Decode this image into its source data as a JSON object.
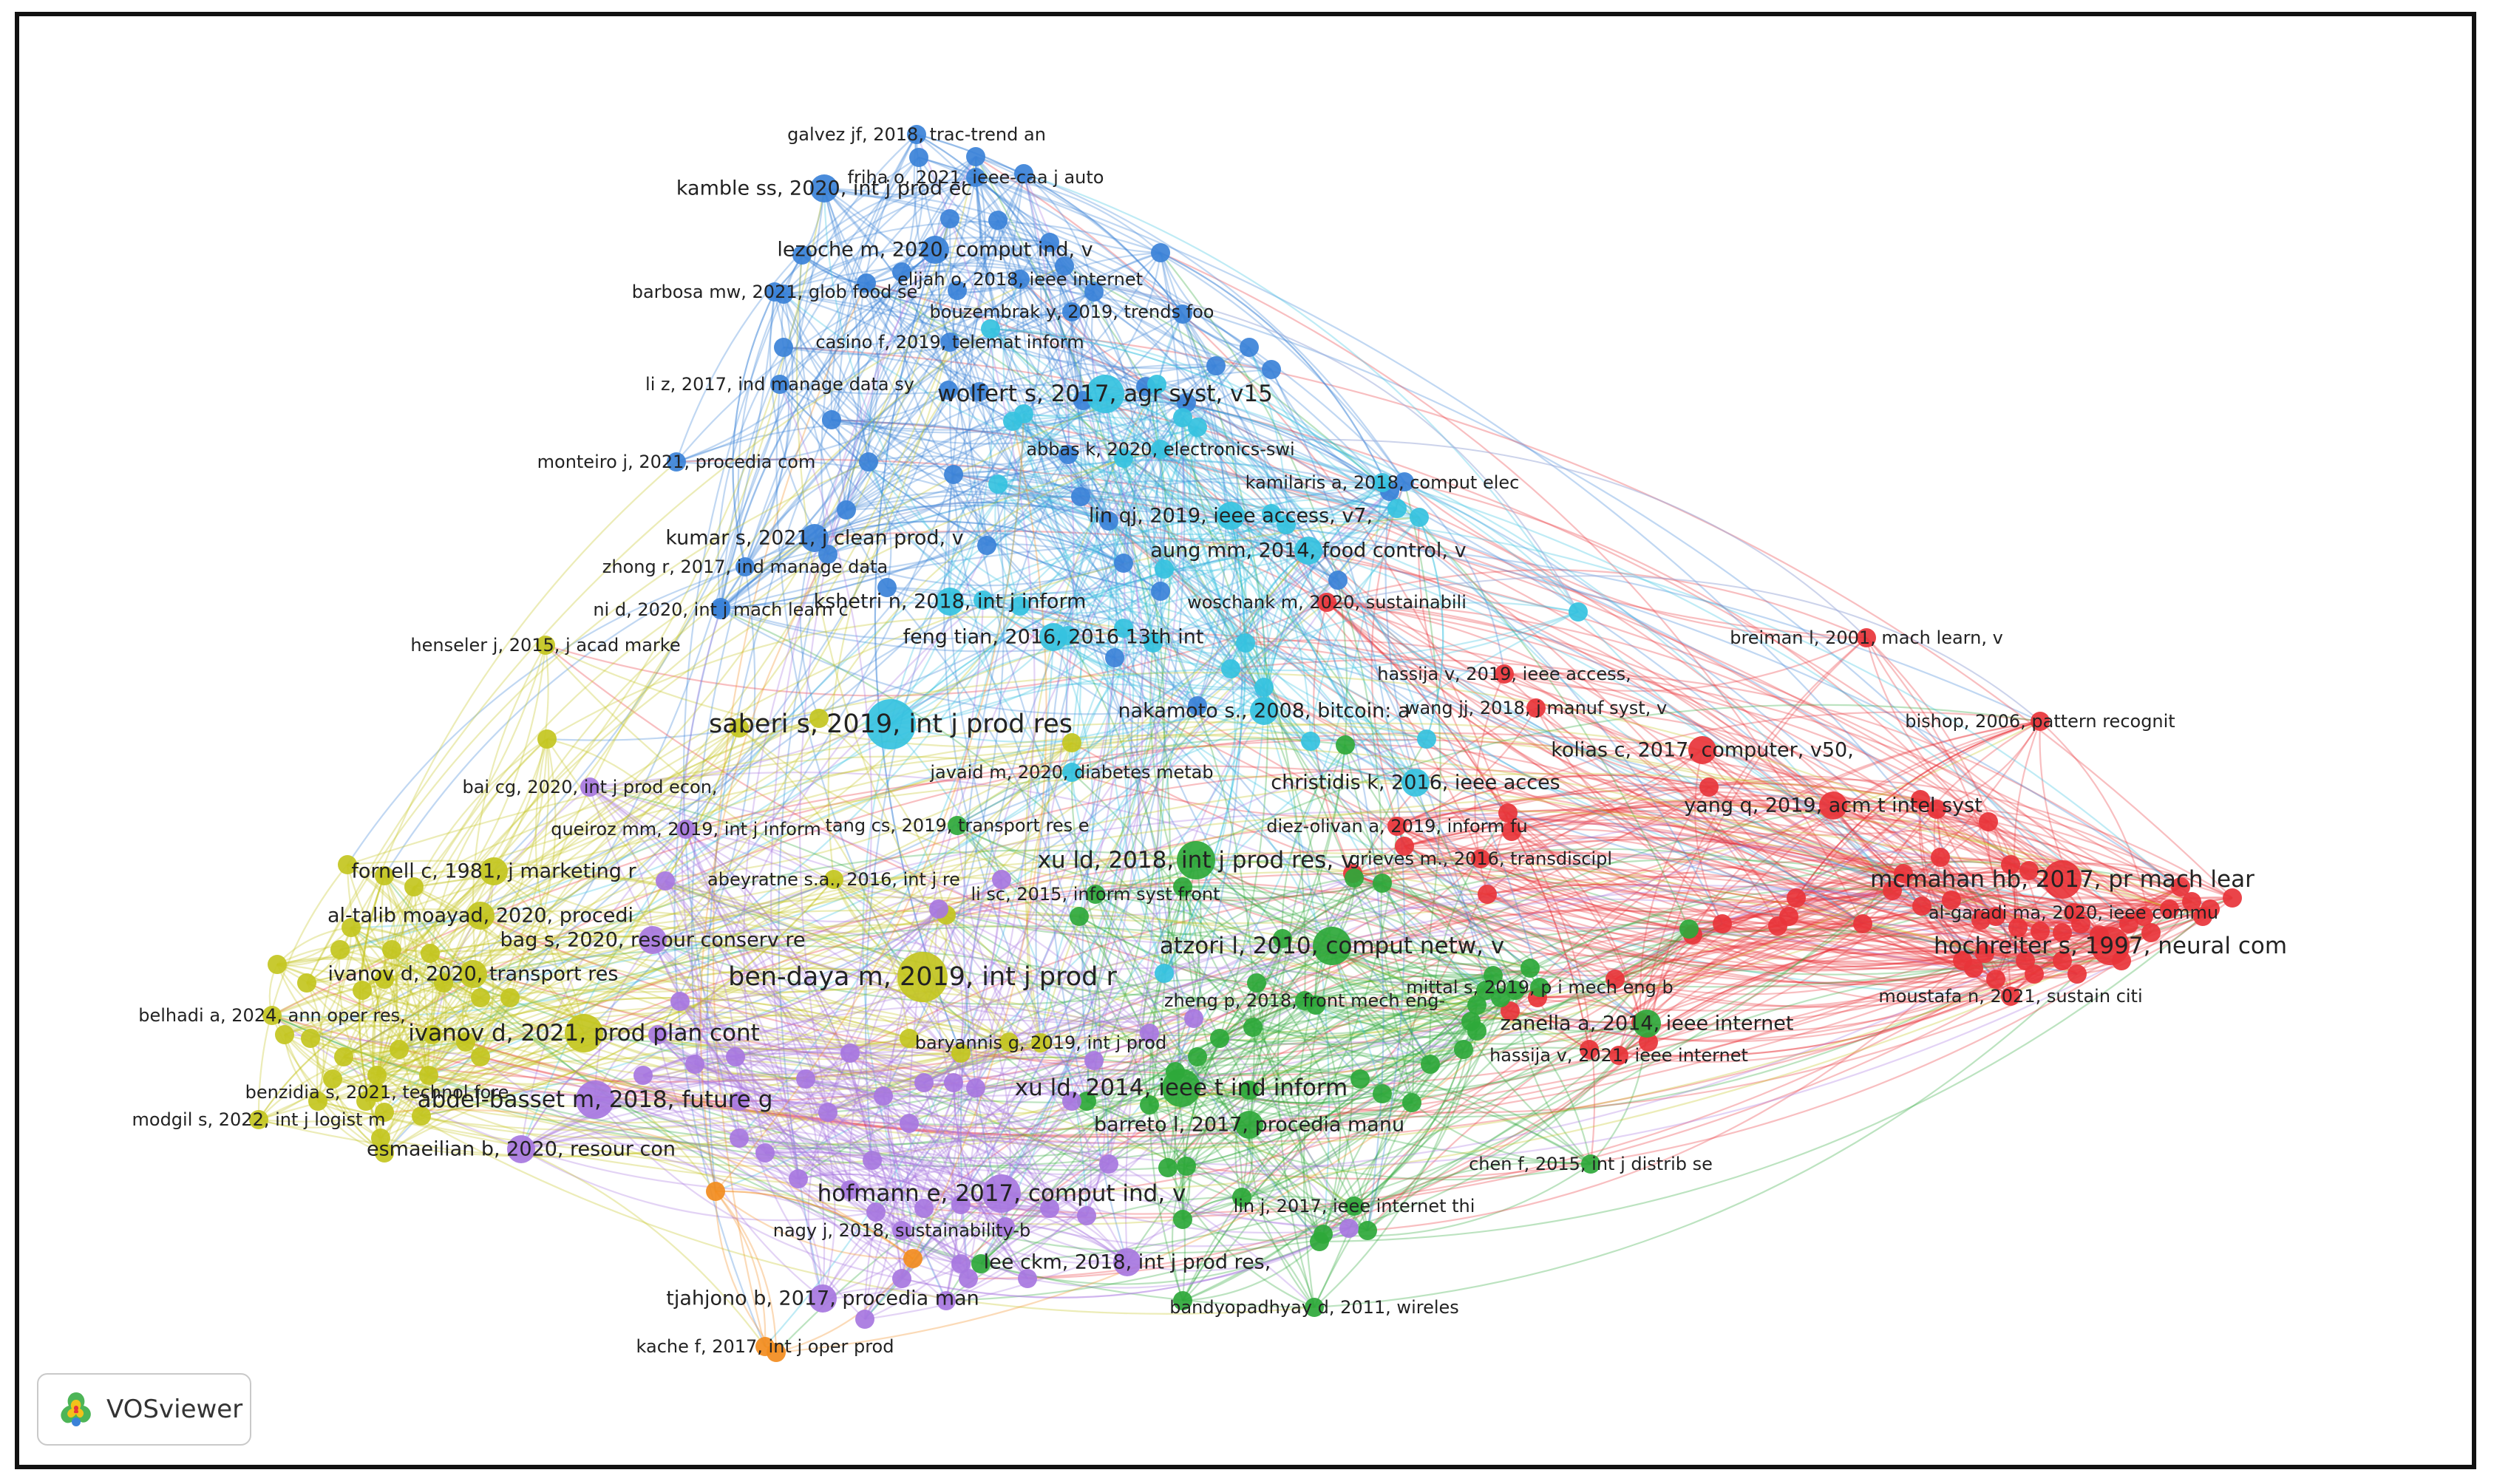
{
  "app": {
    "logo_text": "VOSviewer"
  },
  "clusters": {
    "red": "#e8343a",
    "green": "#2ea83a",
    "blue": "#3b82d8",
    "yellow": "#c3c51f",
    "purple": "#a777e0",
    "cyan": "#35c2e0",
    "orange": "#f28c1e"
  },
  "nodes": [
    {
      "label": "galvez jf, 2018, trac-trend an",
      "cluster": "blue",
      "weight": 1
    },
    {
      "label": "kamble ss, 2020, int j prod ec",
      "cluster": "blue",
      "weight": 2
    },
    {
      "label": "friha o, 2021, ieee-caa j auto",
      "cluster": "blue",
      "weight": 1
    },
    {
      "label": "lezoche m, 2020, comput ind, v",
      "cluster": "blue",
      "weight": 2
    },
    {
      "label": "elijah o, 2018, ieee internet",
      "cluster": "blue",
      "weight": 1
    },
    {
      "label": "barbosa mw, 2021, glob food se",
      "cluster": "blue",
      "weight": 1
    },
    {
      "label": "bouzembrak y, 2019, trends foo",
      "cluster": "blue",
      "weight": 1
    },
    {
      "label": "casino f, 2019, telemat inform",
      "cluster": "blue",
      "weight": 1
    },
    {
      "label": "li z, 2017, ind manage data sy",
      "cluster": "blue",
      "weight": 1
    },
    {
      "label": "wolfert s, 2017, agr syst, v15",
      "cluster": "cyan",
      "weight": 3
    },
    {
      "label": "abbas k, 2020, electronics-swi",
      "cluster": "cyan",
      "weight": 1
    },
    {
      "label": "monteiro j, 2021, procedia com",
      "cluster": "blue",
      "weight": 1
    },
    {
      "label": "kamilaris a, 2018, comput elec",
      "cluster": "cyan",
      "weight": 1
    },
    {
      "label": "lin qj, 2019, ieee access, v7,",
      "cluster": "cyan",
      "weight": 2
    },
    {
      "label": "kumar s, 2021, j clean prod, v",
      "cluster": "blue",
      "weight": 2
    },
    {
      "label": "aung mm, 2014, food control, v",
      "cluster": "cyan",
      "weight": 2
    },
    {
      "label": "zhong r, 2017, ind manage data",
      "cluster": "blue",
      "weight": 1
    },
    {
      "label": "ni d, 2020, int j mach learn c",
      "cluster": "blue",
      "weight": 1
    },
    {
      "label": "kshetri n, 2018, int j inform",
      "cluster": "cyan",
      "weight": 2
    },
    {
      "label": "woschank m, 2020, sustainabili",
      "cluster": "red",
      "weight": 1
    },
    {
      "label": "henseler j, 2015, j acad marke",
      "cluster": "yellow",
      "weight": 1
    },
    {
      "label": "feng tian, 2016, 2016 13th int",
      "cluster": "cyan",
      "weight": 2
    },
    {
      "label": "breiman l, 2001, mach learn, v",
      "cluster": "red",
      "weight": 1
    },
    {
      "label": "hassija v, 2019, ieee access,",
      "cluster": "red",
      "weight": 1
    },
    {
      "label": "saberi s, 2019, int j prod res",
      "cluster": "cyan",
      "weight": 4
    },
    {
      "label": "nakamoto s., 2008, bitcoin: a",
      "cluster": "cyan",
      "weight": 2
    },
    {
      "label": "wang jj, 2018, j manuf syst, v",
      "cluster": "red",
      "weight": 1
    },
    {
      "label": "bishop, 2006, pattern recognit",
      "cluster": "red",
      "weight": 1
    },
    {
      "label": "kolias c, 2017, computer, v50,",
      "cluster": "red",
      "weight": 2
    },
    {
      "label": "javaid m, 2020, diabetes metab",
      "cluster": "cyan",
      "weight": 1
    },
    {
      "label": "christidis k, 2016, ieee acces",
      "cluster": "cyan",
      "weight": 2
    },
    {
      "label": "bai cg, 2020, int j prod econ,",
      "cluster": "purple",
      "weight": 1
    },
    {
      "label": "yang q, 2019, acm t intel syst",
      "cluster": "red",
      "weight": 2
    },
    {
      "label": "queiroz mm, 2019, int j inform",
      "cluster": "purple",
      "weight": 1
    },
    {
      "label": "tang cs, 2019, transport res e",
      "cluster": "green",
      "weight": 1
    },
    {
      "label": "diez-olivan a, 2019, inform fu",
      "cluster": "red",
      "weight": 1
    },
    {
      "label": "grieves m., 2016, transdiscipl",
      "cluster": "red",
      "weight": 1
    },
    {
      "label": "fornell c, 1981, j marketing r",
      "cluster": "yellow",
      "weight": 2
    },
    {
      "label": "abeyratne s.a., 2016, int j re",
      "cluster": "yellow",
      "weight": 1
    },
    {
      "label": "xu ld, 2018, int j prod res, v",
      "cluster": "green",
      "weight": 3
    },
    {
      "label": "mcmahan hb, 2017, pr mach lear",
      "cluster": "red",
      "weight": 3
    },
    {
      "label": "li sc, 2015, inform syst front",
      "cluster": "green",
      "weight": 1
    },
    {
      "label": "al-talib moayad, 2020, procedi",
      "cluster": "yellow",
      "weight": 2
    },
    {
      "label": "al-garadi ma, 2020, ieee commu",
      "cluster": "red",
      "weight": 1
    },
    {
      "label": "bag s, 2020, resour conserv re",
      "cluster": "purple",
      "weight": 2
    },
    {
      "label": "atzori l, 2010, comput netw, v",
      "cluster": "green",
      "weight": 3
    },
    {
      "label": "hochreiter s, 1997, neural com",
      "cluster": "red",
      "weight": 3
    },
    {
      "label": "ivanov d, 2020, transport res",
      "cluster": "yellow",
      "weight": 2
    },
    {
      "label": "ben-daya m, 2019, int j prod r",
      "cluster": "yellow",
      "weight": 4
    },
    {
      "label": "belhadi a, 2024, ann oper res,",
      "cluster": "yellow",
      "weight": 1
    },
    {
      "label": "zheng p, 2018, front mech eng-",
      "cluster": "green",
      "weight": 1
    },
    {
      "label": "mittal s, 2019, p i mech eng b",
      "cluster": "green",
      "weight": 1
    },
    {
      "label": "moustafa n, 2021, sustain citi",
      "cluster": "red",
      "weight": 1
    },
    {
      "label": "ivanov d, 2021, prod plan cont",
      "cluster": "yellow",
      "weight": 3
    },
    {
      "label": "zanella a, 2014, ieee internet",
      "cluster": "green",
      "weight": 2
    },
    {
      "label": "baryannis g, 2019, int j prod",
      "cluster": "yellow",
      "weight": 1
    },
    {
      "label": "hassija v, 2021, ieee internet",
      "cluster": "red",
      "weight": 1
    },
    {
      "label": "benzidia s, 2021, technol fore",
      "cluster": "yellow",
      "weight": 1
    },
    {
      "label": "xu ld, 2014, ieee t ind inform",
      "cluster": "green",
      "weight": 3
    },
    {
      "label": "abdel-basset m, 2018, future g",
      "cluster": "purple",
      "weight": 3
    },
    {
      "label": "modgil s, 2022, int j logist m",
      "cluster": "yellow",
      "weight": 1
    },
    {
      "label": "barreto l, 2017, procedia manu",
      "cluster": "green",
      "weight": 2
    },
    {
      "label": "esmaeilian b, 2020, resour con",
      "cluster": "purple",
      "weight": 2
    },
    {
      "label": "chen f, 2015, int j distrib se",
      "cluster": "green",
      "weight": 1
    },
    {
      "label": "hofmann e, 2017, comput ind, v",
      "cluster": "purple",
      "weight": 3
    },
    {
      "label": "lin j, 2017, ieee internet thi",
      "cluster": "green",
      "weight": 1
    },
    {
      "label": "nagy j, 2018, sustainability-b",
      "cluster": "purple",
      "weight": 1
    },
    {
      "label": "lee ckm, 2018, int j prod res,",
      "cluster": "purple",
      "weight": 2
    },
    {
      "label": "tjahjono b, 2017, procedia man",
      "cluster": "purple",
      "weight": 2
    },
    {
      "label": "bandyopadhyay d, 2011, wireles",
      "cluster": "green",
      "weight": 1
    },
    {
      "label": "kache f, 2017, int j oper prod",
      "cluster": "orange",
      "weight": 1
    }
  ]
}
